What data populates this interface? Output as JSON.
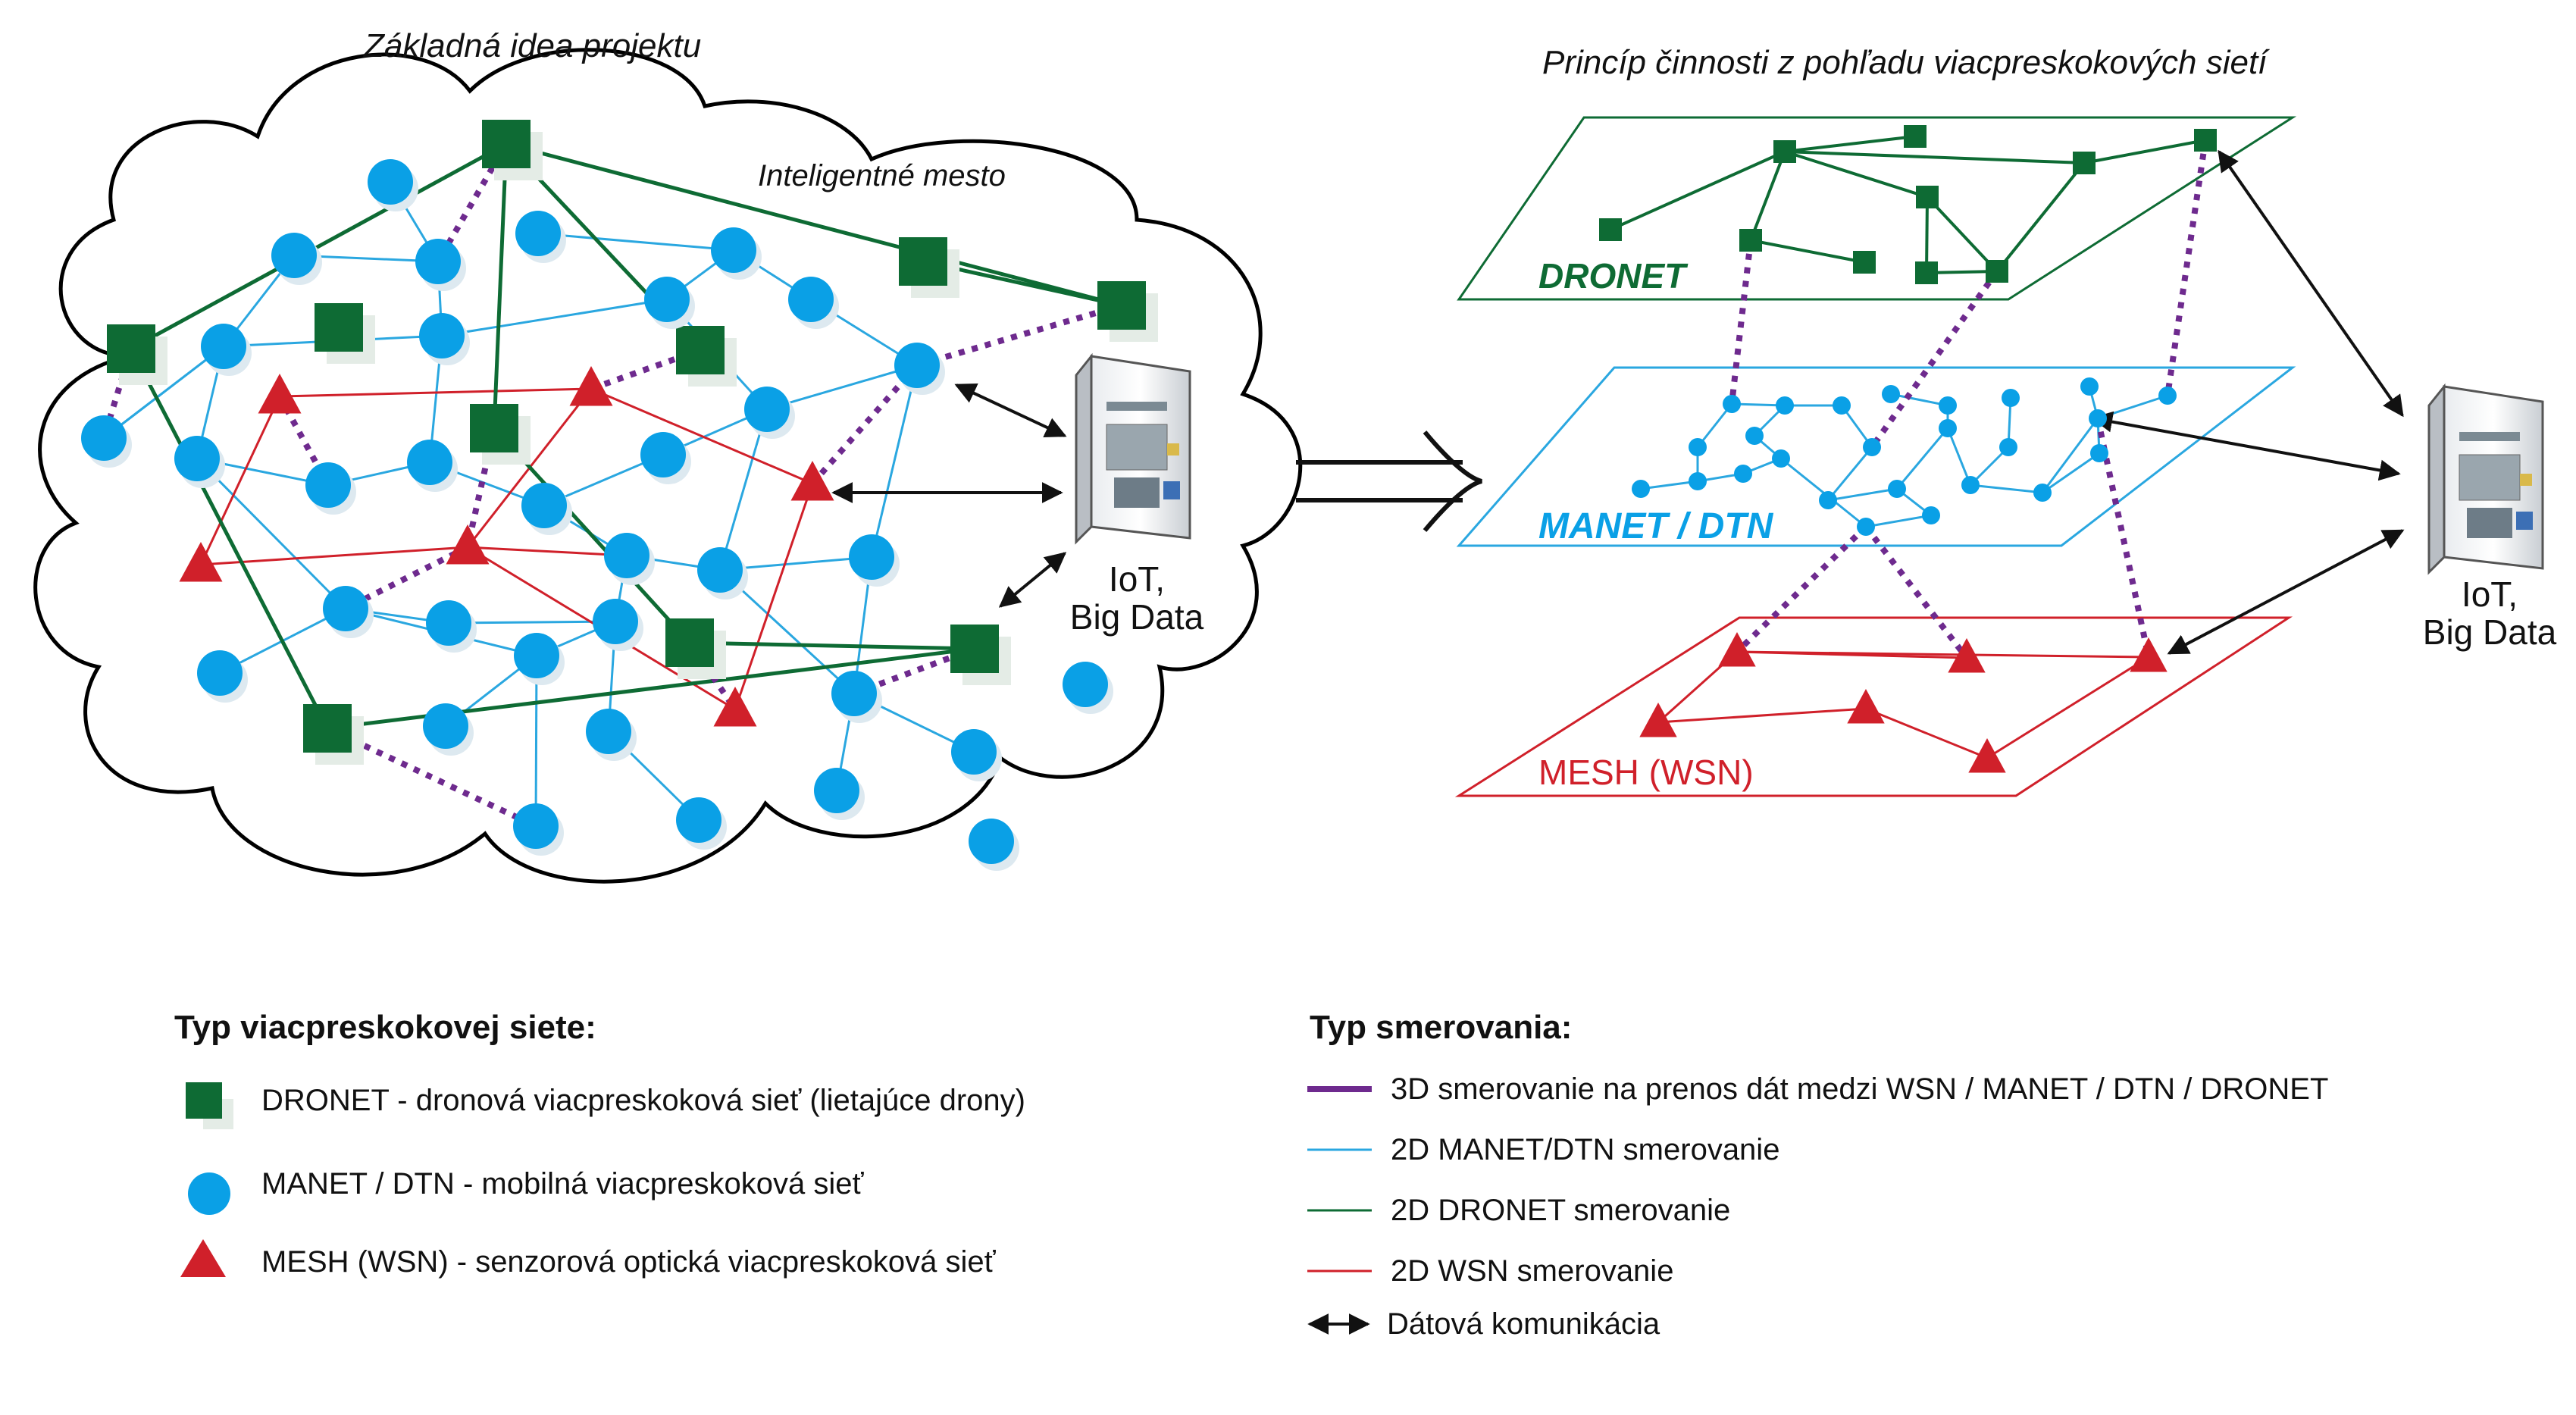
{
  "left_title": "Základná idea projektu",
  "right_title": "Princíp činnosti z pohľadu viacpreskokových sietí",
  "city_label": "Inteligentné mesto",
  "server_label_line1": "IoT,",
  "server_label_line2": "Big Data",
  "layers": {
    "dronet": "DRONET",
    "manet": "MANET / DTN",
    "mesh": "MESH (WSN)"
  },
  "colors": {
    "dronet": "#0e6b34",
    "manet": "#0aa0e6",
    "manet_line": "#2aa7e0",
    "mesh": "#d0202a",
    "purple": "#6e2a8e",
    "arrow": "#111111"
  },
  "legend_left": {
    "heading": "Typ viacpreskokovej siete:",
    "items": [
      "DRONET - dronová viacpreskoková sieť (lietajúce drony)",
      "MANET / DTN  - mobilná viacpreskoková sieť",
      "MESH (WSN) - senzorová optická viacpreskoková sieť"
    ]
  },
  "legend_right": {
    "heading": "Typ smerovania:",
    "items": [
      "3D smerovanie na prenos dát medzi WSN / MANET / DTN / DRONET",
      "2D MANET/DTN smerovanie",
      "2D DRONET smerovanie",
      "2D WSN smerovanie",
      "Dátová komunikácia"
    ]
  }
}
